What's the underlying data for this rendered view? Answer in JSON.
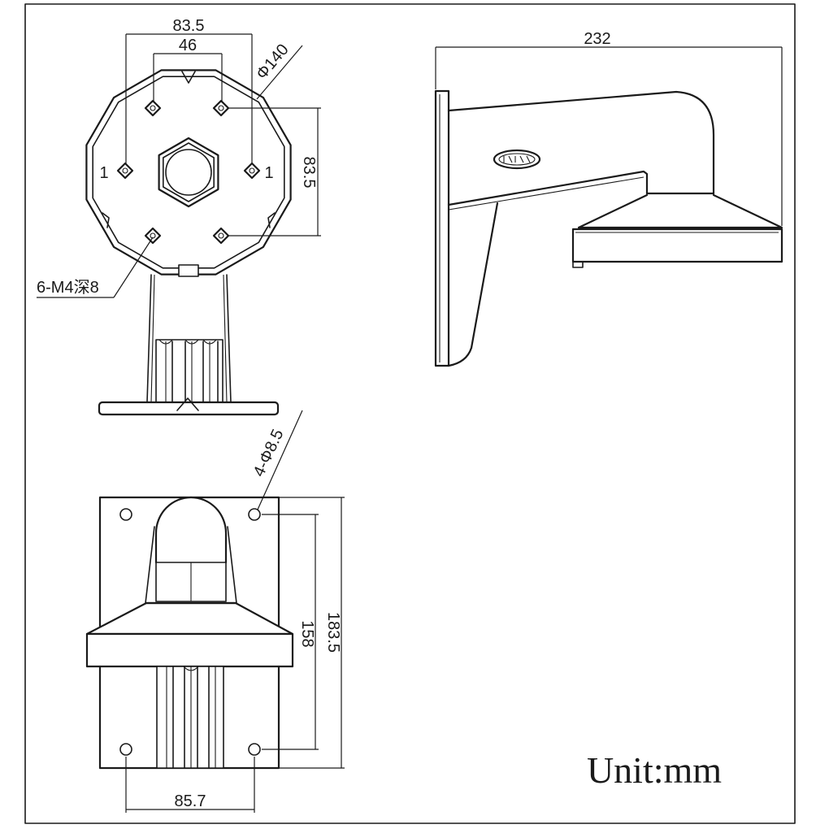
{
  "views": {
    "front": {
      "dim_outer_width": "83.5",
      "dim_inner_width": "46",
      "dim_diameter": "Φ140",
      "dim_height": "83.5",
      "label_left": "1",
      "label_right": "1",
      "hole_callout": "6-M4深8"
    },
    "side": {
      "dim_length": "232"
    },
    "bottom": {
      "hole_callout": "4-Φ8.5",
      "dim_hole_spacing_v": "158",
      "dim_plate_height": "183.5",
      "dim_hole_spacing_h": "85.7"
    }
  },
  "unit_label": "Unit:mm",
  "colors": {
    "line": "#1a1a1a",
    "background": "#ffffff"
  }
}
